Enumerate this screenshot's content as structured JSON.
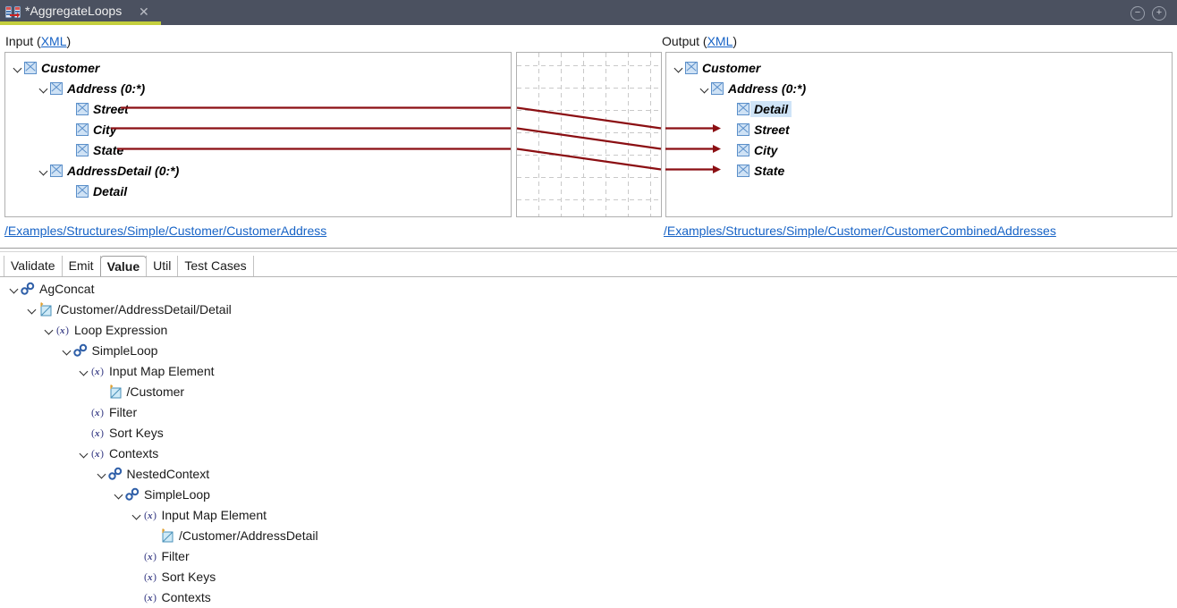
{
  "window": {
    "tab_title": "*AggregateLoops",
    "tab_icon": "mapping-document-icon",
    "close_label": "✕",
    "minimize_label": "−",
    "maximize_label": "+"
  },
  "input_section": {
    "label_prefix": "Input (",
    "link_text": "XML",
    "label_suffix": ")",
    "path": "/Examples/Structures/Simple/Customer/CustomerAddress",
    "nodes": [
      {
        "label": "Customer",
        "depth": 0,
        "expandable": true,
        "selected": false
      },
      {
        "label": "Address (0:*)",
        "depth": 1,
        "expandable": true,
        "selected": false
      },
      {
        "label": "Street",
        "depth": 2,
        "expandable": false,
        "selected": false
      },
      {
        "label": "City",
        "depth": 2,
        "expandable": false,
        "selected": false
      },
      {
        "label": "State",
        "depth": 2,
        "expandable": false,
        "selected": false
      },
      {
        "label": "AddressDetail (0:*)",
        "depth": 1,
        "expandable": true,
        "selected": false
      },
      {
        "label": "Detail",
        "depth": 2,
        "expandable": false,
        "selected": false
      }
    ]
  },
  "output_section": {
    "label_prefix": "Output (",
    "link_text": "XML",
    "label_suffix": ")",
    "path": "/Examples/Structures/Simple/Customer/CustomerCombinedAddresses",
    "nodes": [
      {
        "label": "Customer",
        "depth": 0,
        "expandable": true,
        "selected": false
      },
      {
        "label": "Address (0:*)",
        "depth": 1,
        "expandable": true,
        "selected": false
      },
      {
        "label": "Detail",
        "depth": 2,
        "expandable": false,
        "selected": true
      },
      {
        "label": "Street",
        "depth": 2,
        "expandable": false,
        "selected": false
      },
      {
        "label": "City",
        "depth": 2,
        "expandable": false,
        "selected": false
      },
      {
        "label": "State",
        "depth": 2,
        "expandable": false,
        "selected": false
      }
    ]
  },
  "mapping": {
    "line_color": "#8b0f13",
    "grid_color": "#c9c9c9",
    "links": [
      {
        "from": "Street",
        "to": "Street"
      },
      {
        "from": "City",
        "to": "City"
      },
      {
        "from": "State",
        "to": "State"
      }
    ]
  },
  "bottom_tabs": {
    "items": [
      {
        "label": "Validate",
        "active": false
      },
      {
        "label": "Emit",
        "active": false
      },
      {
        "label": "Value",
        "active": true
      },
      {
        "label": "Util",
        "active": false
      },
      {
        "label": "Test Cases",
        "active": false
      }
    ]
  },
  "expression_tree": {
    "nodes": [
      {
        "label": "AgConcat",
        "depth": 0,
        "icon": "chain-link-icon",
        "expandable": true
      },
      {
        "label": "/Customer/AddressDetail/Detail",
        "depth": 1,
        "icon": "map-target-icon",
        "expandable": true
      },
      {
        "label": "Loop Expression",
        "depth": 2,
        "icon": "expression-icon",
        "expandable": true
      },
      {
        "label": "SimpleLoop",
        "depth": 3,
        "icon": "chain-link-icon",
        "expandable": true
      },
      {
        "label": "Input Map Element",
        "depth": 4,
        "icon": "expression-icon",
        "expandable": true
      },
      {
        "label": "/Customer",
        "depth": 5,
        "icon": "map-target-icon",
        "expandable": false
      },
      {
        "label": "Filter",
        "depth": 4,
        "icon": "expression-icon",
        "expandable": false
      },
      {
        "label": "Sort Keys",
        "depth": 4,
        "icon": "expression-icon",
        "expandable": false
      },
      {
        "label": "Contexts",
        "depth": 4,
        "icon": "expression-icon",
        "expandable": true
      },
      {
        "label": "NestedContext",
        "depth": 5,
        "icon": "chain-link-icon",
        "expandable": true
      },
      {
        "label": "SimpleLoop",
        "depth": 6,
        "icon": "chain-link-icon",
        "expandable": true
      },
      {
        "label": "Input Map Element",
        "depth": 7,
        "icon": "expression-icon",
        "expandable": true
      },
      {
        "label": "/Customer/AddressDetail",
        "depth": 8,
        "icon": "map-target-icon",
        "expandable": false
      },
      {
        "label": "Filter",
        "depth": 7,
        "icon": "expression-icon",
        "expandable": false
      },
      {
        "label": "Sort Keys",
        "depth": 7,
        "icon": "expression-icon",
        "expandable": false
      },
      {
        "label": "Contexts",
        "depth": 7,
        "icon": "expression-icon",
        "expandable": false
      }
    ]
  }
}
